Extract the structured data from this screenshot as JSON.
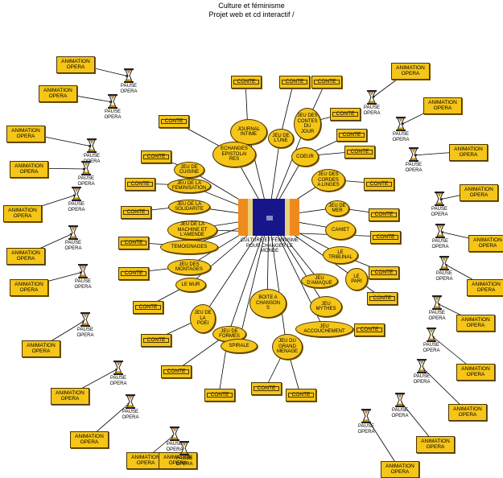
{
  "title_line1": "Culture et féminisme",
  "title_line2": "Projet web et  cd interactif /",
  "center_label": "CULTURE ET FÉMINISME\nPOUR CHANGER LE\nMONDE",
  "colors": {
    "fill": "#f5c518",
    "border": "#4a3500",
    "hub_orange": "#f08a1c",
    "hub_blue": "#16168a"
  },
  "conte_label": "CONTE",
  "anim_label": "ANIMATION\nOPERA",
  "pause_label": "PAUSE\nOPERA",
  "bubbles": [
    "JOURNAL\nINTIME",
    "JEU DE\nL'ÛNE",
    "JEU DES\nCONTES\nDU\nJOUR",
    "ECHANGES\nEPISTOLAI\nRES",
    "COEUR",
    "JEU DE\nCUISINE",
    "JEU DE LA\nFEMINISATION",
    "JEU DES\nCORDES\nA LINGES",
    "JEU DE LA\nSOLIDARITE",
    "JEU DE\nMER",
    "JEU DE LA\nMACHINE ET\nL'AMENDE",
    "CAHIET",
    "TEMOIGNAGES",
    "LE\nTRIBUNAL",
    "JEU DES\nMONTAGES",
    "LE\nPARI",
    "JEU\nD'AMAQUE",
    "LE MUR",
    "JEU\nMYTHES",
    "BOITE A\nCHANSON\nS",
    "JEU DE\nLA\nPOEI",
    "JEU\nACCOUCHEMENT",
    "JEU DE\nFORMES",
    "JEU DU\nGRAND\nMENAGE",
    "SPIRALE"
  ]
}
